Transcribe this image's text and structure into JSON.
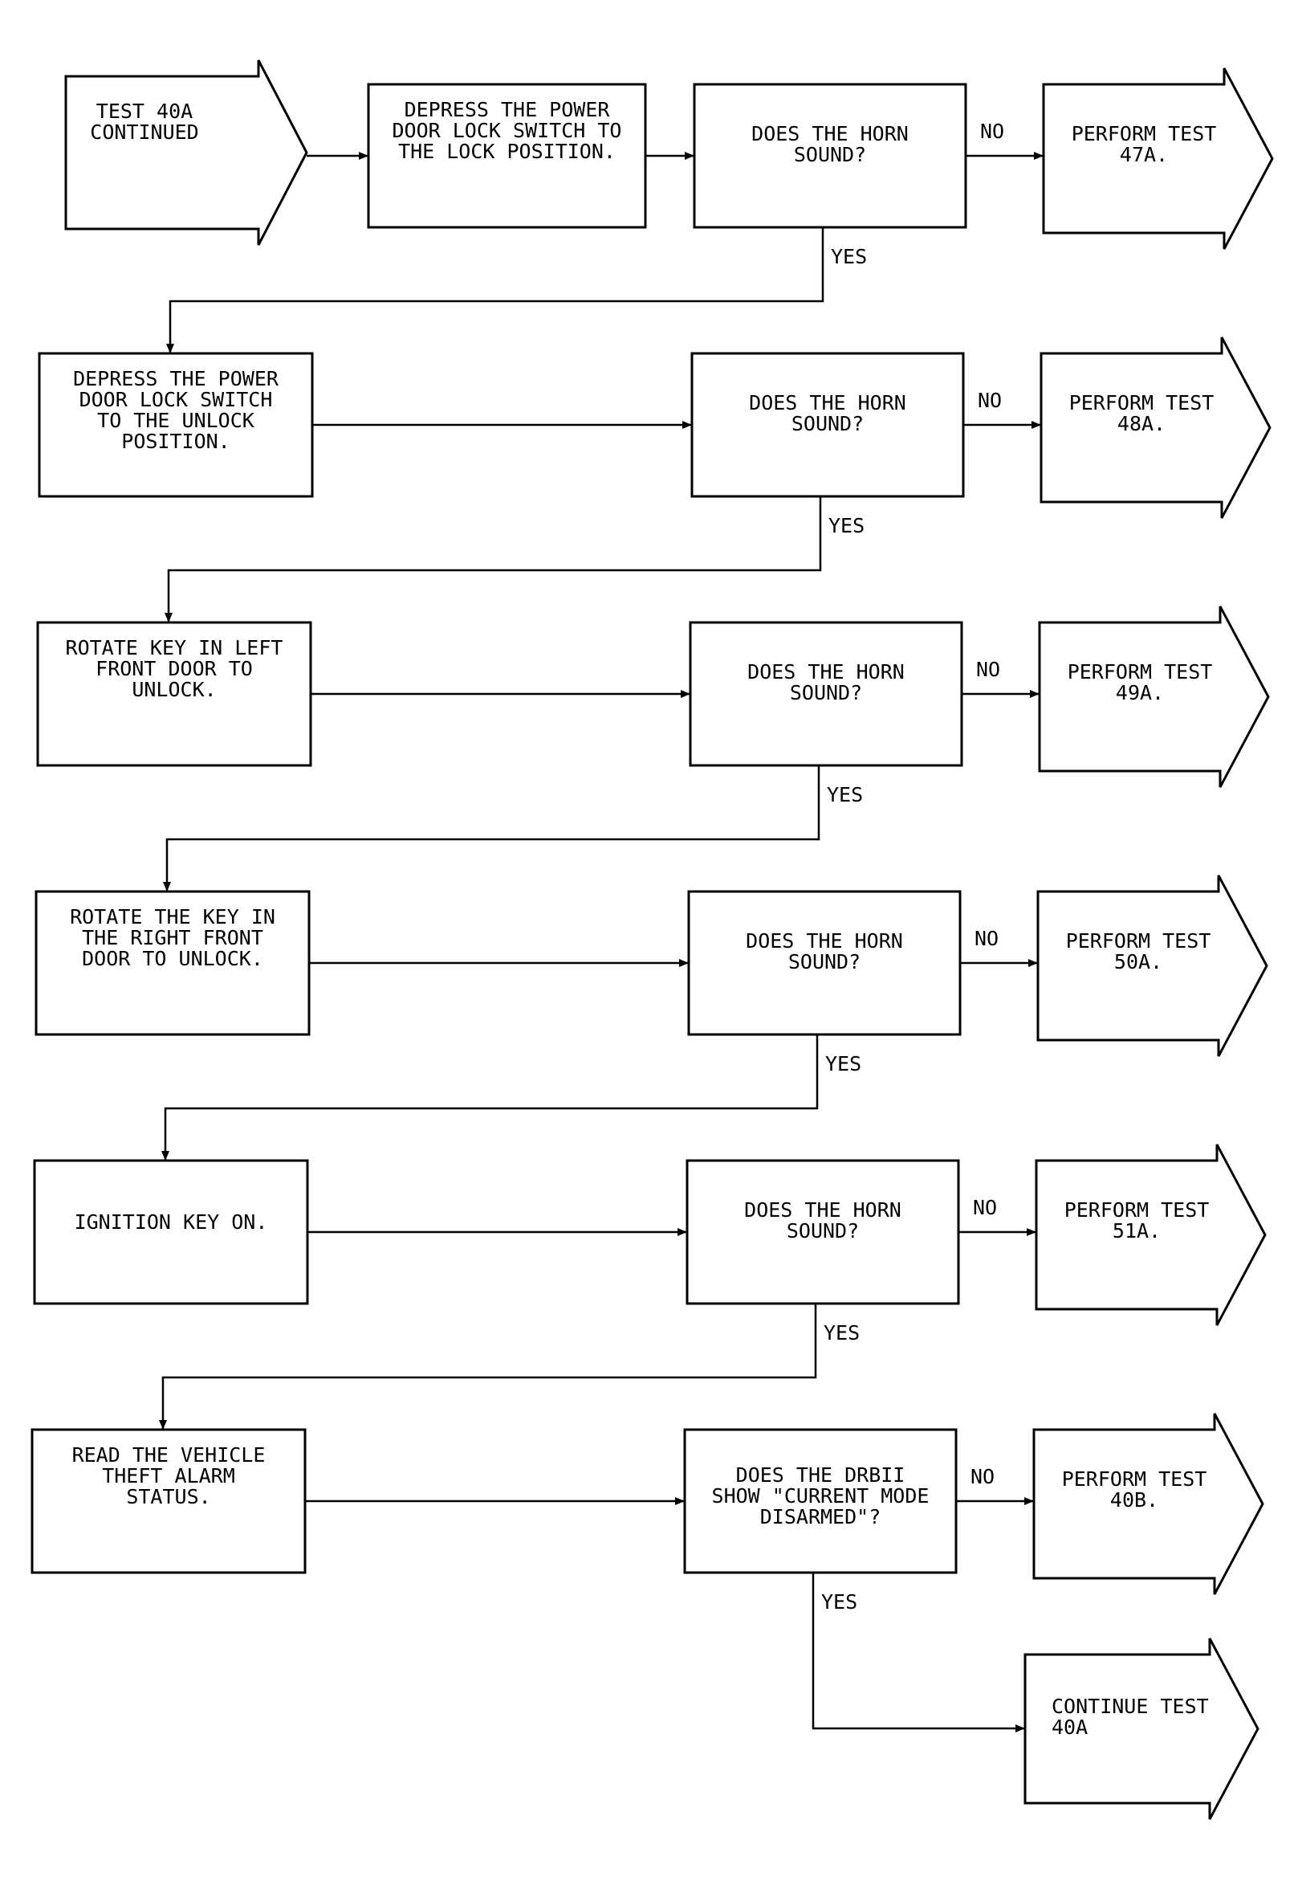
{
  "start": {
    "lines": [
      "TEST 40A",
      "CONTINUED"
    ]
  },
  "rows": [
    {
      "action": [
        "DEPRESS THE POWER",
        "DOOR LOCK SWITCH TO",
        "THE LOCK POSITION."
      ],
      "question": [
        "DOES THE HORN",
        "SOUND?"
      ],
      "no_label": "NO",
      "yes_label": "YES",
      "result": [
        "PERFORM TEST",
        "47A."
      ]
    },
    {
      "action": [
        "DEPRESS THE POWER",
        "DOOR LOCK SWITCH",
        "TO THE UNLOCK",
        "POSITION."
      ],
      "question": [
        "DOES THE HORN",
        "SOUND?"
      ],
      "no_label": "NO",
      "yes_label": "YES",
      "result": [
        "PERFORM TEST",
        "48A."
      ]
    },
    {
      "action": [
        "ROTATE KEY IN LEFT",
        "FRONT DOOR TO",
        "UNLOCK."
      ],
      "question": [
        "DOES THE HORN",
        "SOUND?"
      ],
      "no_label": "NO",
      "yes_label": "YES",
      "result": [
        "PERFORM TEST",
        "49A."
      ]
    },
    {
      "action": [
        "ROTATE THE KEY IN",
        "THE RIGHT FRONT",
        "DOOR TO UNLOCK."
      ],
      "question": [
        "DOES THE HORN",
        "SOUND?"
      ],
      "no_label": "NO",
      "yes_label": "YES",
      "result": [
        "PERFORM TEST",
        "50A."
      ]
    },
    {
      "action": [
        "IGNITION KEY ON."
      ],
      "question": [
        "DOES THE HORN",
        "SOUND?"
      ],
      "no_label": "NO",
      "yes_label": "YES",
      "result": [
        "PERFORM TEST",
        "51A."
      ]
    },
    {
      "action": [
        "READ THE VEHICLE",
        "THEFT ALARM",
        "STATUS."
      ],
      "question": [
        "DOES THE DRBII",
        "SHOW \"CURRENT MODE",
        "DISARMED\"?"
      ],
      "no_label": "NO",
      "yes_label": "YES",
      "result": [
        "PERFORM TEST",
        "40B."
      ]
    }
  ],
  "end": {
    "lines": [
      "CONTINUE TEST",
      "40A"
    ]
  }
}
